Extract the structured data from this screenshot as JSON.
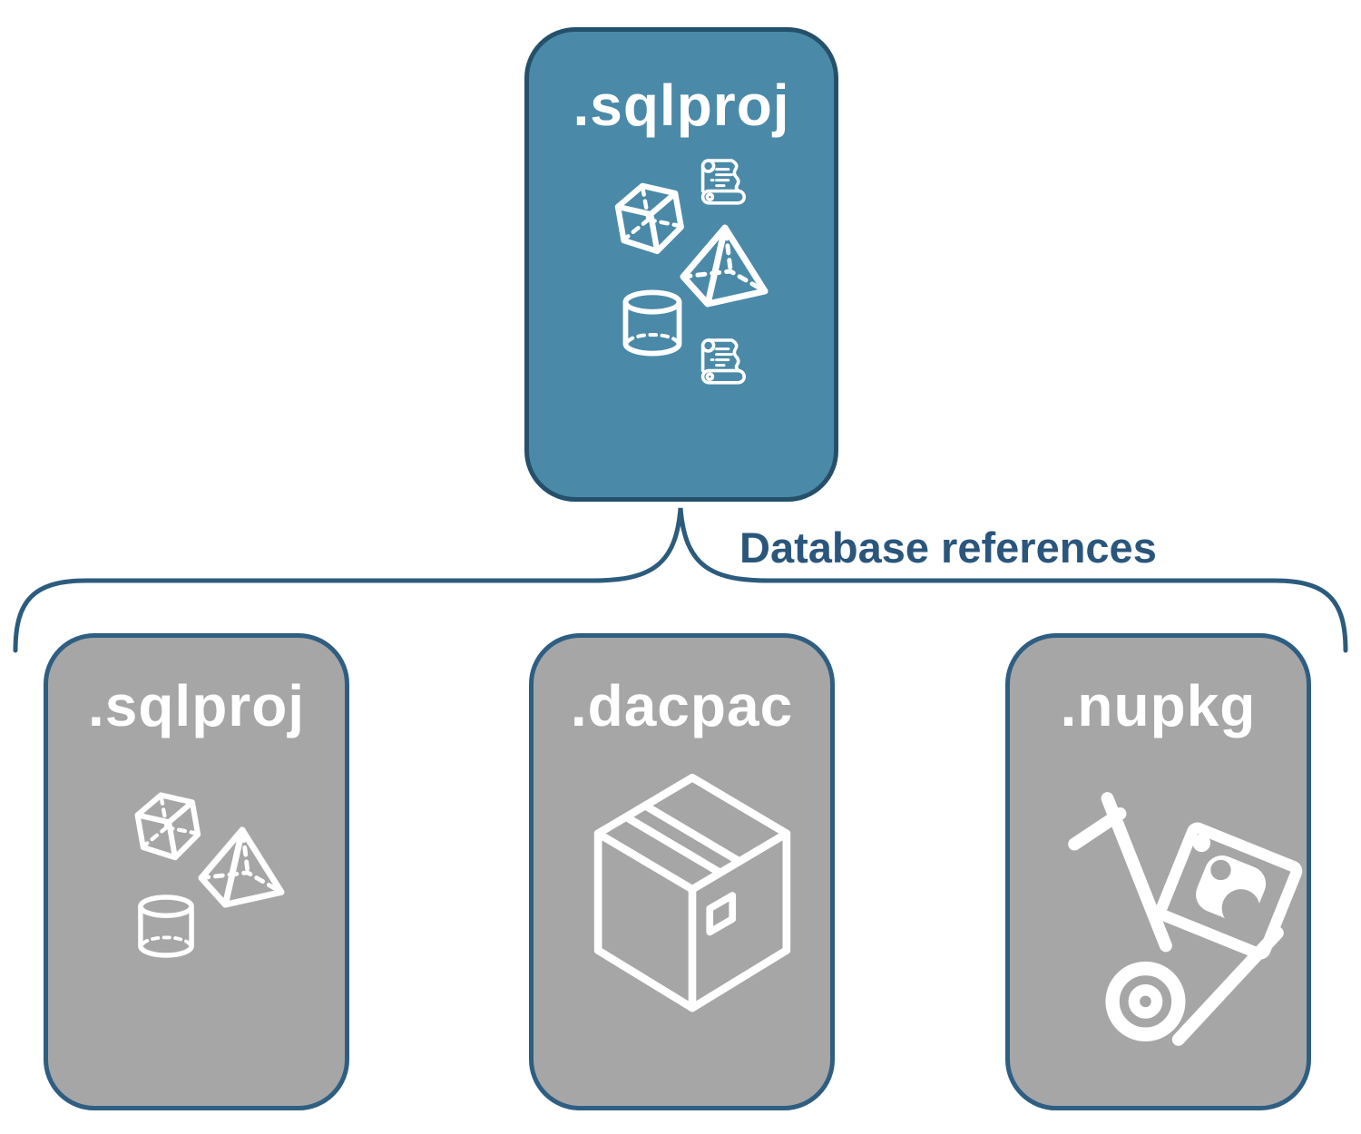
{
  "colors": {
    "root_fill": "#4a8aa8",
    "root_border": "#25506b",
    "child_fill": "#a6a6a6",
    "child_border": "#2e5e82",
    "connector": "#2b5b7d",
    "connector_text": "#2b567c",
    "card_text": "#ffffff"
  },
  "root": {
    "label": ".sqlproj",
    "icons": [
      "scroll-icon",
      "cube-icon",
      "pyramid-icon",
      "cylinder-icon",
      "scroll-icon"
    ]
  },
  "connector": {
    "label": "Database references"
  },
  "children": [
    {
      "label": ".sqlproj",
      "icons": [
        "cube-icon",
        "pyramid-icon",
        "cylinder-icon"
      ]
    },
    {
      "label": ".dacpac",
      "icons": [
        "package-box-icon"
      ]
    },
    {
      "label": ".nupkg",
      "icons": [
        "nuget-dolly-icon"
      ]
    }
  ]
}
